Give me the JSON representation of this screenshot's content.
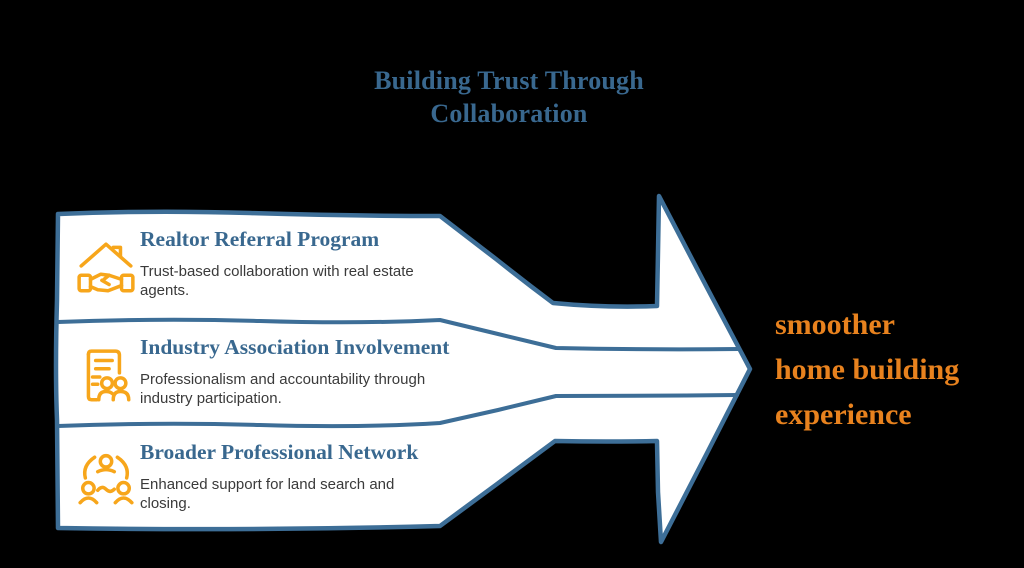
{
  "title": {
    "lines": [
      "Building Trust Through",
      "Collaboration"
    ]
  },
  "items": [
    {
      "heading": "Realtor Referral Program",
      "description": "Trust-based collaboration with real estate agents.",
      "icon": "house-handshake-icon"
    },
    {
      "heading": "Industry Association Involvement",
      "description": "Professionalism and accountability through industry participation.",
      "icon": "document-people-icon"
    },
    {
      "heading": "Broader Professional Network",
      "description": "Enhanced support for land search and closing.",
      "icon": "people-network-icon"
    }
  ],
  "result": {
    "lines": [
      "smoother",
      "home building",
      "experience"
    ]
  },
  "colors": {
    "page_bg": "#000000",
    "outline_blue": "#3D6E97",
    "heading_blue": "#39688F",
    "icon_orange": "#F7A61B",
    "description_gray": "#3A3A3A",
    "result_orange": "#E8821E",
    "shape_fill": "#FFFFFF"
  }
}
